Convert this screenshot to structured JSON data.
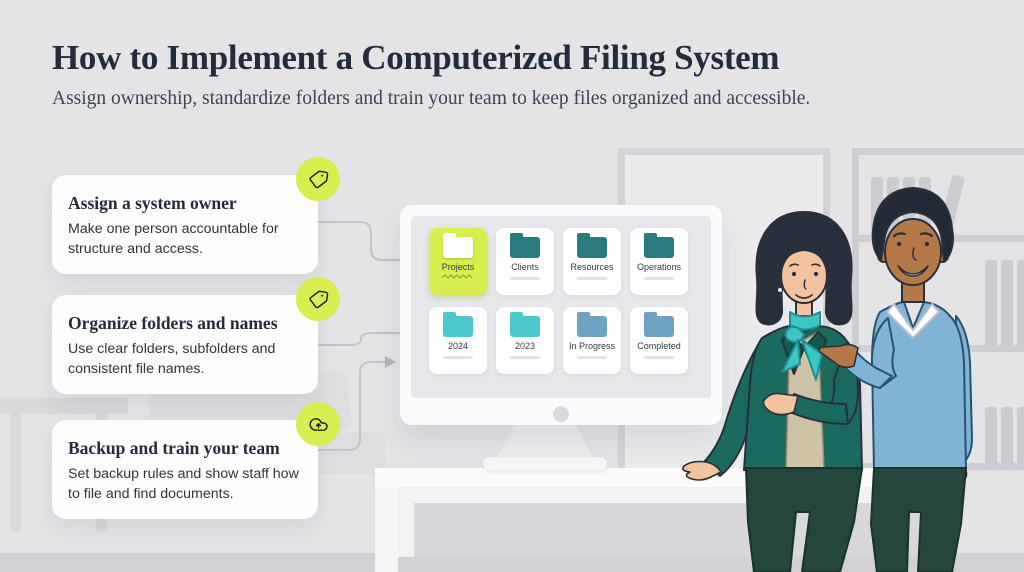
{
  "header": {
    "title": "How to Implement a Computerized Filing System",
    "subtitle": "Assign ownership, standardize folders and train your team to keep files organized and accessible."
  },
  "steps": [
    {
      "title": "Assign a system owner",
      "body": "Make one person accountable for structure and access.",
      "icon": "tag"
    },
    {
      "title": "Organize folders and names",
      "body": "Use clear folders, subfolders and consistent file names.",
      "icon": "tag"
    },
    {
      "title": "Backup and train your team",
      "body": "Set backup rules and show staff how to file and find documents.",
      "icon": "cloud-upload"
    }
  ],
  "monitor": {
    "folders": [
      {
        "label": "Projects",
        "color": "#ffffff",
        "highlighted": true
      },
      {
        "label": "Clients",
        "color": "#2a7c7c",
        "highlighted": false
      },
      {
        "label": "Resources",
        "color": "#2a7c7c",
        "highlighted": false
      },
      {
        "label": "Operations",
        "color": "#2a7c7c",
        "highlighted": false
      },
      {
        "label": "2024",
        "color": "#4cc8cc",
        "highlighted": false
      },
      {
        "label": "2023",
        "color": "#4cc8cc",
        "highlighted": false
      },
      {
        "label": "In Progress",
        "color": "#6fa3c2",
        "highlighted": false
      },
      {
        "label": "Completed",
        "color": "#6fa3c2",
        "highlighted": false
      }
    ]
  },
  "colors": {
    "background": "#e4e4e7",
    "accent_lime": "#d9ee4e",
    "folder_teal": "#2a7c7c",
    "folder_cyan": "#4cc8cc",
    "folder_blue": "#6fa3c2",
    "title_text": "#242b3b"
  }
}
